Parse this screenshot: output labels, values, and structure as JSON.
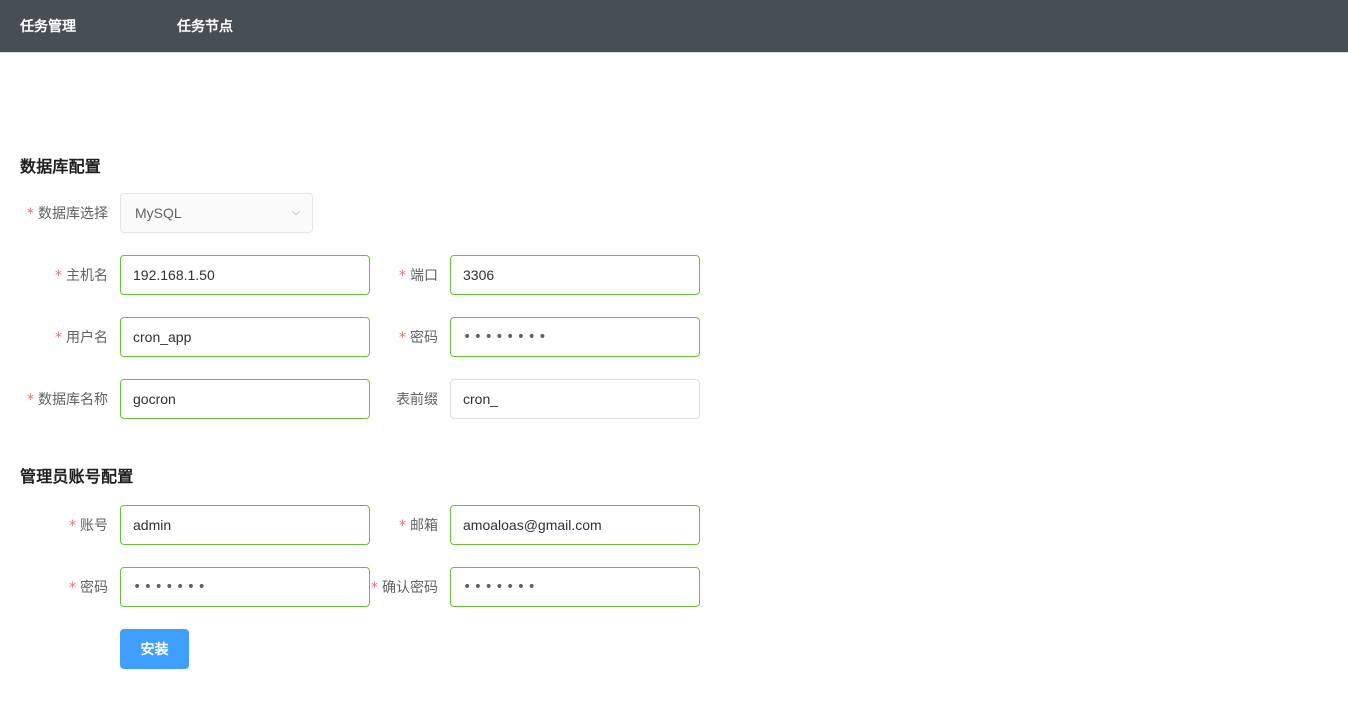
{
  "navbar": {
    "background": "#474f54",
    "items": [
      {
        "label": "任务管理"
      },
      {
        "label": "任务节点"
      }
    ]
  },
  "sections": {
    "database": {
      "title": "数据库配置",
      "db_select": {
        "label": "数据库选择",
        "required": true,
        "value": "MySQL",
        "icon": "chevron-down-icon",
        "options": [
          "MySQL"
        ]
      },
      "host": {
        "label": "主机名",
        "required": true,
        "value": "192.168.1.50",
        "placeholder": "",
        "state": "valid"
      },
      "port": {
        "label": "端口",
        "required": true,
        "value": "3306",
        "placeholder": "",
        "state": "valid"
      },
      "username": {
        "label": "用户名",
        "required": true,
        "value": "cron_app",
        "placeholder": "",
        "state": "valid"
      },
      "password": {
        "label": "密码",
        "required": true,
        "value": "••••••••",
        "placeholder": "",
        "state": "valid",
        "masked": true,
        "mask_length": 8
      },
      "dbname": {
        "label": "数据库名称",
        "required": true,
        "value": "gocron",
        "placeholder": "",
        "state": "valid"
      },
      "table_prefix": {
        "label": "表前缀",
        "required": false,
        "value": "cron_",
        "placeholder": "",
        "state": "neutral"
      }
    },
    "admin": {
      "title": "管理员账号配置",
      "account": {
        "label": "账号",
        "required": true,
        "value": "admin",
        "placeholder": "",
        "state": "valid"
      },
      "email": {
        "label": "邮箱",
        "required": true,
        "value": "amoaloas@gmail.com",
        "placeholder": "",
        "state": "valid"
      },
      "password": {
        "label": "密码",
        "required": true,
        "value": "•••••••",
        "placeholder": "",
        "state": "valid",
        "masked": true,
        "mask_length": 7
      },
      "confirm_password": {
        "label": "确认密码",
        "required": true,
        "value": "•••••••",
        "placeholder": "",
        "state": "valid",
        "masked": true,
        "mask_length": 7
      }
    }
  },
  "submit": {
    "label": "安装",
    "color": "#409eff"
  },
  "required_marker": "*",
  "colors": {
    "navbar_bg": "#474f54",
    "valid_border": "#67c23a",
    "neutral_border": "#dcdfe6",
    "required_star": "#f56c6c",
    "primary": "#409eff",
    "page_bg": "#ffffff"
  }
}
